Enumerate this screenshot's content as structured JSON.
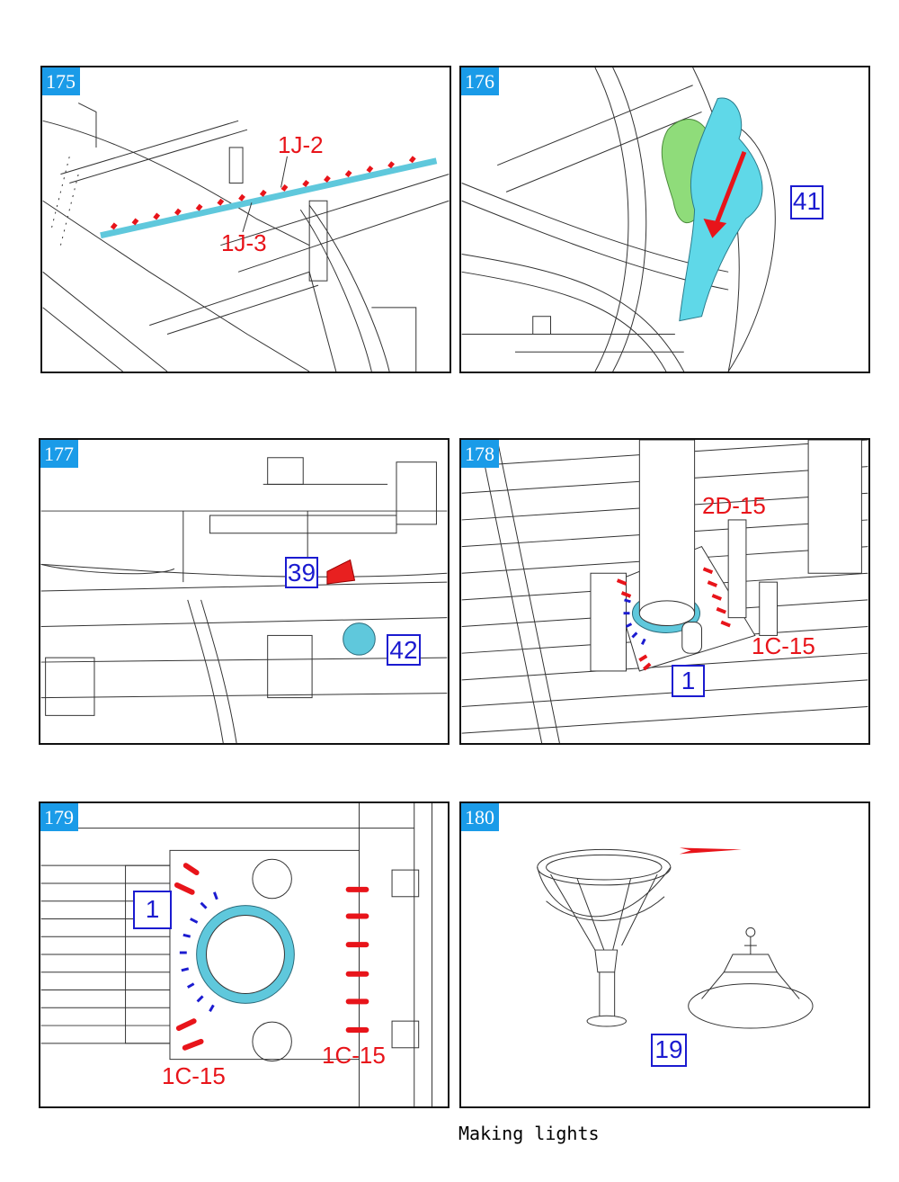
{
  "steps": [
    {
      "number": "175",
      "labels": {
        "a": "1J-2",
        "b": "1J-3"
      }
    },
    {
      "number": "176",
      "labels": {
        "a": "41"
      }
    },
    {
      "number": "177",
      "labels": {
        "a": "39",
        "b": "42"
      }
    },
    {
      "number": "178",
      "labels": {
        "a": "2D-15",
        "b": "1C-15",
        "c": "1"
      }
    },
    {
      "number": "179",
      "labels": {
        "a": "1",
        "b": "1C-15",
        "c": "1C-15"
      }
    },
    {
      "number": "180",
      "labels": {
        "a": "19"
      }
    }
  ],
  "caption": "Making lights",
  "colors": {
    "step_badge": "#1a9be8",
    "part_label": "#e8141a",
    "part_box": "#1b1bd0",
    "highlight_blue": "#5fc8dc",
    "highlight_green": "#8fdc7a"
  }
}
